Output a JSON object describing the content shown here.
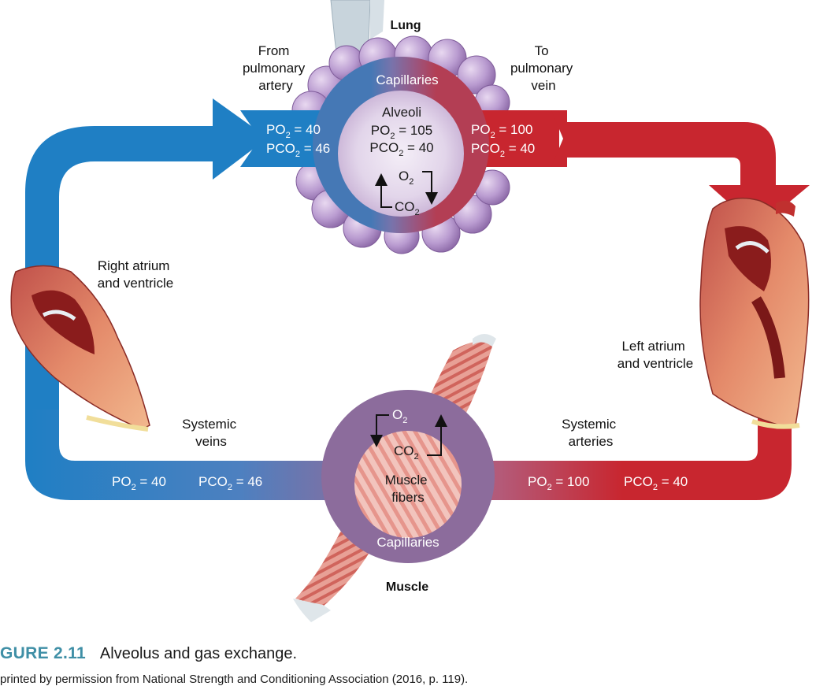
{
  "colors": {
    "deoxygenated": "#1f7fc4",
    "mixed": "#8a6a9e",
    "oxygenated": "#c8262f",
    "capillary_ring": "#8c6c9c",
    "caption_accent": "#3f8fa6"
  },
  "lung": {
    "title": "Lung",
    "capillaries": "Capillaries",
    "alveoli": "Alveoli",
    "alveoli_po2": {
      "pre": "PO",
      "sub": "2",
      "post": " = 105"
    },
    "alveoli_pco2": {
      "pre": "PCO",
      "sub": "2",
      "post": " = 40"
    },
    "o2": {
      "pre": "O",
      "sub": "2"
    },
    "co2": {
      "pre": "CO",
      "sub": "2"
    }
  },
  "from_pulmonary_artery": [
    "From",
    "pulmonary",
    "artery"
  ],
  "to_pulmonary_vein": [
    "To",
    "pulmonary",
    "vein"
  ],
  "pulmonary_artery_values": {
    "po2": {
      "pre": "PO",
      "sub": "2",
      "post": " = 40"
    },
    "pco2": {
      "pre": "PCO",
      "sub": "2",
      "post": " = 46"
    }
  },
  "pulmonary_vein_values": {
    "po2": {
      "pre": "PO",
      "sub": "2",
      "post": " = 100"
    },
    "pco2": {
      "pre": "PCO",
      "sub": "2",
      "post": " = 40"
    }
  },
  "right_heart": [
    "Right atrium",
    "and ventricle"
  ],
  "left_heart": [
    "Left atrium",
    "and ventricle"
  ],
  "systemic_veins": [
    "Systemic",
    "veins"
  ],
  "systemic_arteries": [
    "Systemic",
    "arteries"
  ],
  "systemic_vein_values": {
    "po2": {
      "pre": "PO",
      "sub": "2",
      "post": " = 40"
    },
    "pco2": {
      "pre": "PCO",
      "sub": "2",
      "post": " = 46"
    }
  },
  "systemic_artery_values": {
    "po2": {
      "pre": "PO",
      "sub": "2",
      "post": " = 100"
    },
    "pco2": {
      "pre": "PCO",
      "sub": "2",
      "post": " = 40"
    }
  },
  "muscle": {
    "title": "Muscle",
    "capillaries": "Capillaries",
    "fibers": [
      "Muscle",
      "fibers"
    ],
    "o2": {
      "pre": "O",
      "sub": "2"
    },
    "co2": {
      "pre": "CO",
      "sub": "2"
    }
  },
  "caption": {
    "label": "GURE 2.11",
    "title": "Alveolus and gas exchange.",
    "credit": "printed by permission from National Strength and Conditioning Association (2016, p. 119)."
  }
}
